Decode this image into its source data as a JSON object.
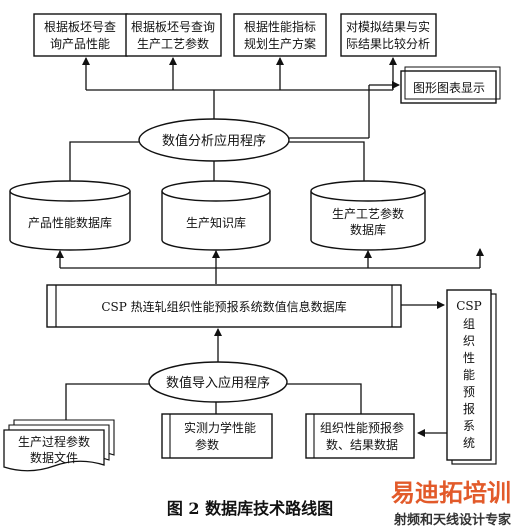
{
  "top_boxes": [
    [
      "根据板坯号查",
      "询产品性能"
    ],
    [
      "根据板坯号查询",
      "生产工艺参数"
    ],
    [
      "根据性能指标",
      "规划生产方案"
    ],
    [
      "对模拟结果与实",
      "际结果比较分析"
    ]
  ],
  "display_box": "图形图表显示",
  "analysis_app": "数值分析应用程序",
  "databases": [
    [
      "产品性能数据库"
    ],
    [
      "生产知识库"
    ],
    [
      "生产工艺参数",
      "数据库"
    ]
  ],
  "main_db": "CSP 热连轧组织性能预报系统数值信息数据库",
  "side_system": [
    "CSP",
    "组",
    "织",
    "性",
    "能",
    "预",
    "报",
    "系",
    "统"
  ],
  "import_app": "数值导入应用程序",
  "bottom_boxes": [
    [
      "生产过程参数",
      "数据文件"
    ],
    [
      "实测力学性能",
      "参数"
    ],
    [
      "组织性能预报参",
      "数、结果数据"
    ]
  ],
  "caption": "图 2    数据库技术路线图",
  "watermark": {
    "title": "易迪拓培训",
    "subtitle": "射频和天线设计专家"
  }
}
